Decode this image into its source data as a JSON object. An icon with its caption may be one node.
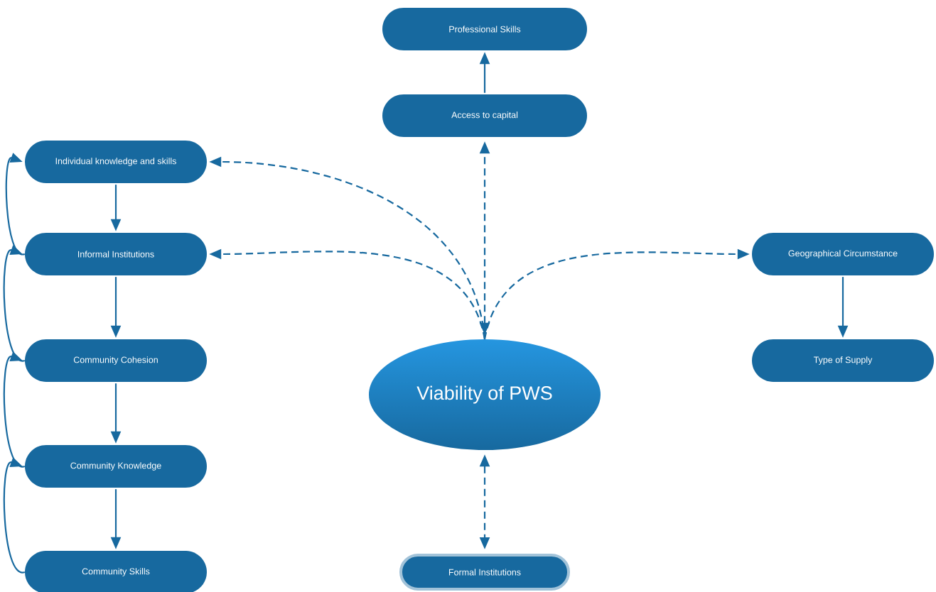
{
  "diagram": {
    "nodes": [
      {
        "text": [
          "Professional Skills"
        ]
      },
      {
        "text": [
          "Access to capital"
        ]
      },
      {
        "text": [
          "Individual knowledge and skills"
        ]
      },
      {
        "text": [
          "Informal Institutions"
        ]
      },
      {
        "text": [
          "Geographical Circumstance"
        ]
      },
      {
        "text": [
          "Community Cohesion"
        ]
      },
      {
        "text": [
          "Type of Supply"
        ]
      },
      {
        "text": [
          "Viability of PWS"
        ]
      },
      {
        "text": [
          "Community Knowledge"
        ]
      },
      {
        "text": [
          "Formal Institutions"
        ]
      },
      {
        "text": [
          "Community Skills"
        ]
      }
    ],
    "edges": [
      {
        "from": 1,
        "to": 0,
        "arrow": "to"
      },
      {
        "from": 7,
        "to": 1,
        "arrow": "both",
        "style": "dashed"
      },
      {
        "from": 7,
        "to": 2,
        "arrow": "to",
        "style": "dashed"
      },
      {
        "from": 7,
        "to": 3,
        "arrow": "to",
        "style": "dashed"
      },
      {
        "from": 7,
        "to": 4,
        "arrow": "to",
        "style": "dashed"
      },
      {
        "from": 7,
        "to": 9,
        "arrow": "both",
        "style": "dashed"
      },
      {
        "from": 2,
        "to": 3,
        "arrow": "to"
      },
      {
        "from": 3,
        "to": 5,
        "arrow": "to"
      },
      {
        "from": 5,
        "to": 8,
        "arrow": "to"
      },
      {
        "from": 8,
        "to": 10,
        "arrow": "to"
      },
      {
        "from": 4,
        "to": 6,
        "arrow": "to"
      },
      {
        "from": 3,
        "to": 2,
        "arrow": "to"
      },
      {
        "from": 5,
        "to": 3,
        "arrow": "to"
      },
      {
        "from": 8,
        "to": 5,
        "arrow": "to"
      },
      {
        "from": 10,
        "to": 8,
        "arrow": "to"
      }
    ]
  }
}
